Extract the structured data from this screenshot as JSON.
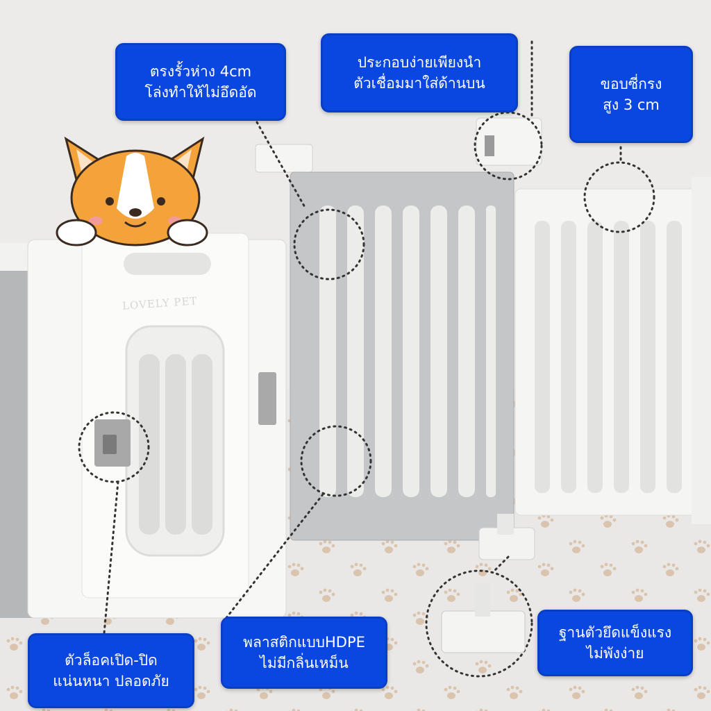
{
  "callouts": {
    "gap": {
      "line1": "ตรงรั้วห่าง 4cm",
      "line2": "โล่งทำให้ไม่อึดอัด"
    },
    "assembly": {
      "line1": "ประกอบง่ายเพียงนำ",
      "line2": "ตัวเชื่อมมาใส่ด้านบน"
    },
    "edge": {
      "line1": "ขอบซี่กรง",
      "line2": "สูง 3 cm"
    },
    "lock": {
      "line1": "ตัวล็อคเปิด-ปิด",
      "line2": "แน่นหนา ปลอดภัย"
    },
    "plastic": {
      "line1": "พลาสติกแบบHDPE",
      "line2": "ไม่มีกลิ่นเหม็น"
    },
    "base": {
      "line1": "ฐานตัวยึดแข็งแรง",
      "line2": "ไม่พังง่าย"
    }
  },
  "brand": "LOVELY PET",
  "colors": {
    "callout_bg": "#0a47e0",
    "panel_white": "#f7f7f6",
    "panel_gray": "#c7c8ca",
    "floor": "#ecebea"
  }
}
